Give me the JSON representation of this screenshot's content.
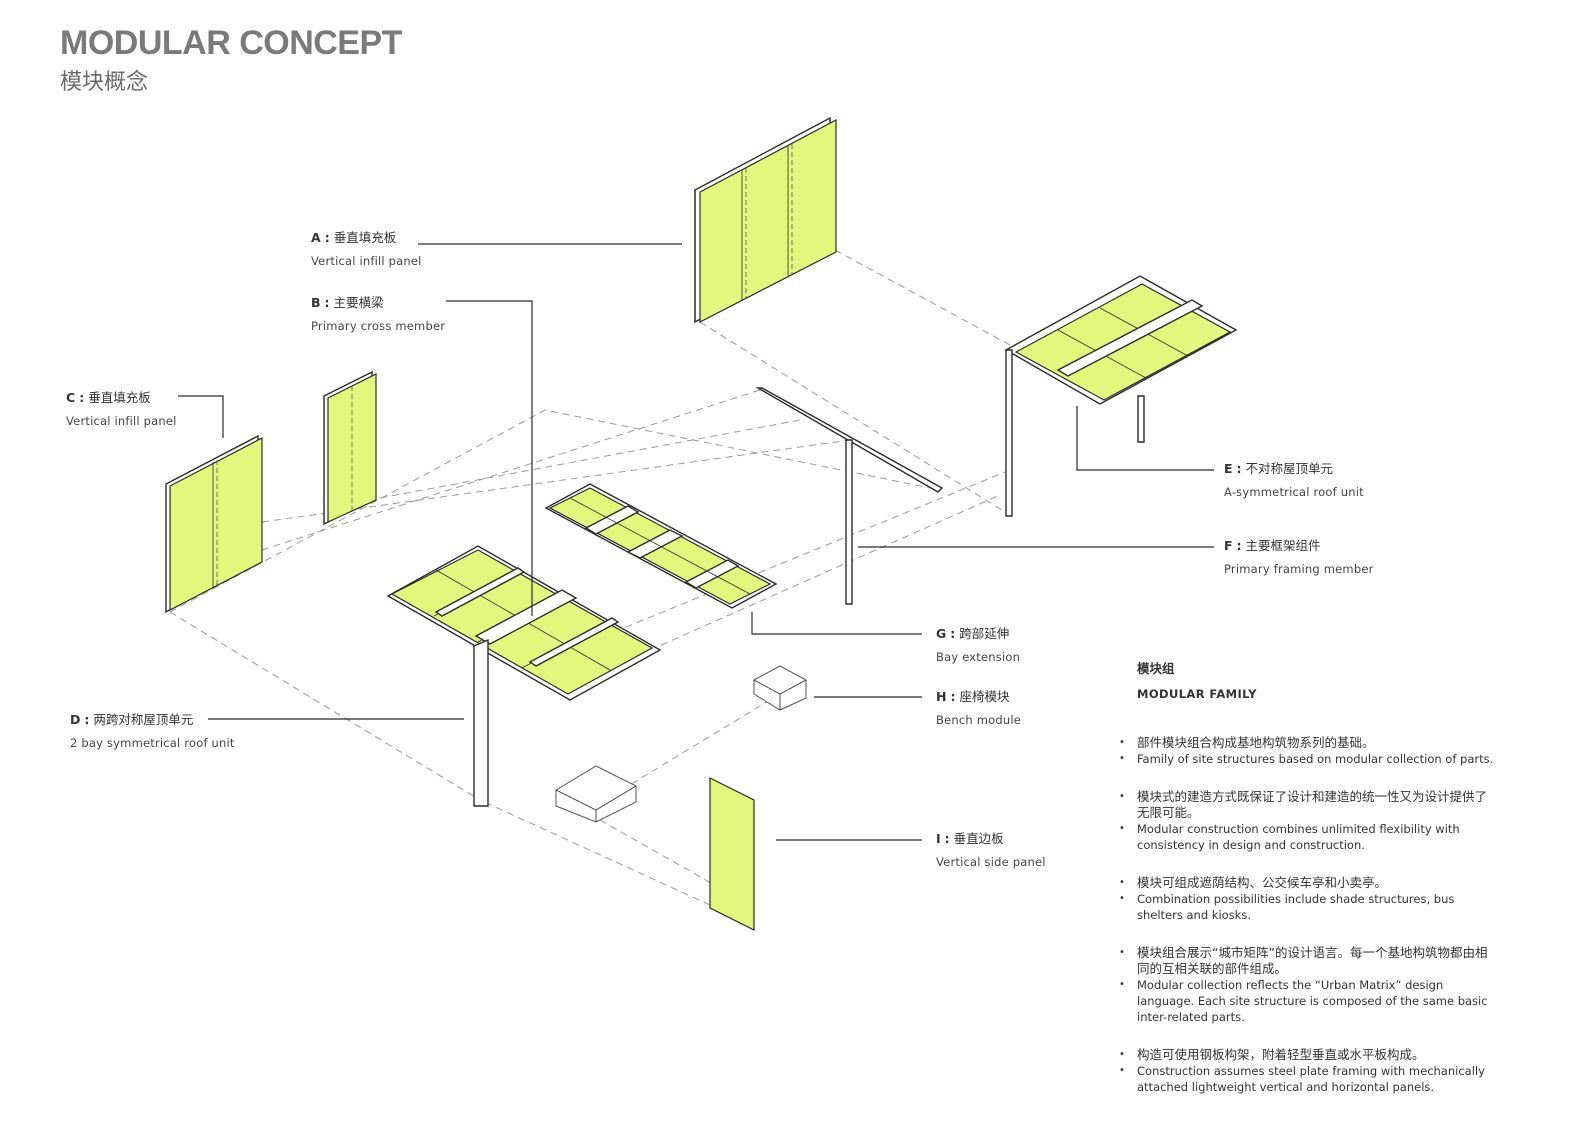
{
  "header": {
    "title": "MODULAR CONCEPT",
    "subtitle": "模块概念"
  },
  "labels": [
    {
      "key": "A",
      "zh": "垂直填充板",
      "en": "Vertical infill panel"
    },
    {
      "key": "B",
      "zh": "主要横梁",
      "en": "Primary cross member"
    },
    {
      "key": "C",
      "zh": "垂直填充板",
      "en": "Vertical infill panel"
    },
    {
      "key": "D",
      "zh": "两跨对称屋顶单元",
      "en": "2 bay symmetrical roof unit"
    },
    {
      "key": "E",
      "zh": "不对称屋顶单元",
      "en": "A-symmetrical roof unit"
    },
    {
      "key": "F",
      "zh": "主要框架组件",
      "en": "Primary framing member"
    },
    {
      "key": "G",
      "zh": "跨部延伸",
      "en": "Bay extension"
    },
    {
      "key": "H",
      "zh": "座椅模块",
      "en": "Bench module"
    },
    {
      "key": "I",
      "zh": "垂直边板",
      "en": "Vertical side panel"
    }
  ],
  "family": {
    "heading_zh": "模块组",
    "heading_en": "MODULAR FAMILY",
    "items": [
      {
        "zh": "部件模块组合构成基地构筑物系列的基础。",
        "en": "Family of  site structures based on modular collection of parts."
      },
      {
        "zh": "模块式的建造方式既保证了设计和建造的统一性又为设计提供了无限可能。",
        "en": "Modular construction combines unlimited flexibility with consistency in design and construction."
      },
      {
        "zh": "模块可组成遮荫结构、公交候车亭和小卖亭。",
        "en": "Combination possibilities include shade structures, bus shelters and kiosks."
      },
      {
        "zh": "模块组合展示“城市矩阵”的设计语言。每一个基地构筑物都由相同的互相关联的部件组成。",
        "en": "Modular collection reflects the “Urban Matrix” design language. Each site structure  is composed of the same basic inter-related parts."
      },
      {
        "zh": "构造可使用钢板构架，附着轻型垂直或水平板构成。",
        "en": "Construction assumes steel plate framing with mechanically attached lightweight vertical and horizontal panels."
      }
    ]
  },
  "colors": {
    "panel": "#e2f77c",
    "line": "#2b2b2b",
    "dash": "#9a9a9a",
    "title": "#7a7a7a"
  }
}
